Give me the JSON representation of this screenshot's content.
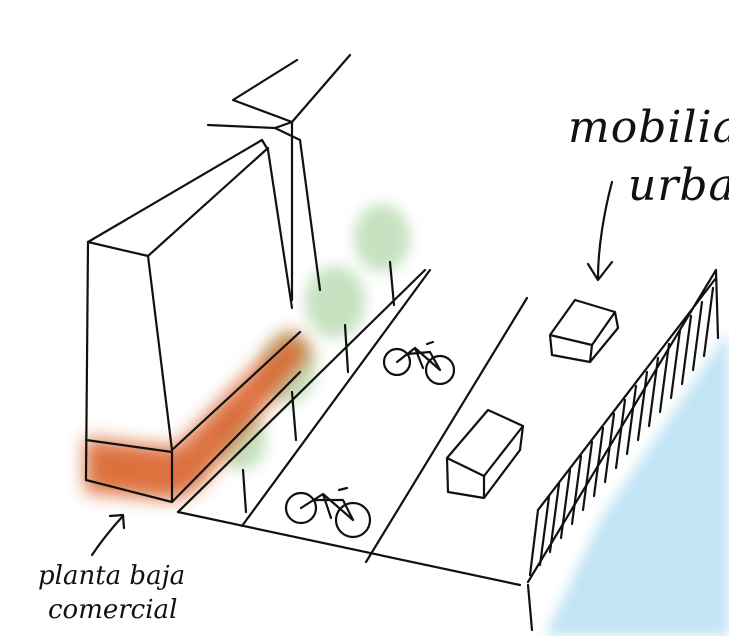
{
  "sketch": {
    "labels": {
      "mobiliario_line1": "mobilia",
      "mobiliario_line2": "urba",
      "planta_line1": "planta baja",
      "planta_line2": "comercial"
    },
    "colors": {
      "ink": "#111111",
      "commercial_ground_floor": "#d9622b",
      "trees": "#b9dcb3",
      "water": "#bfe3f5"
    },
    "icons": [
      "bicycle-icon",
      "bicycle-icon"
    ]
  }
}
